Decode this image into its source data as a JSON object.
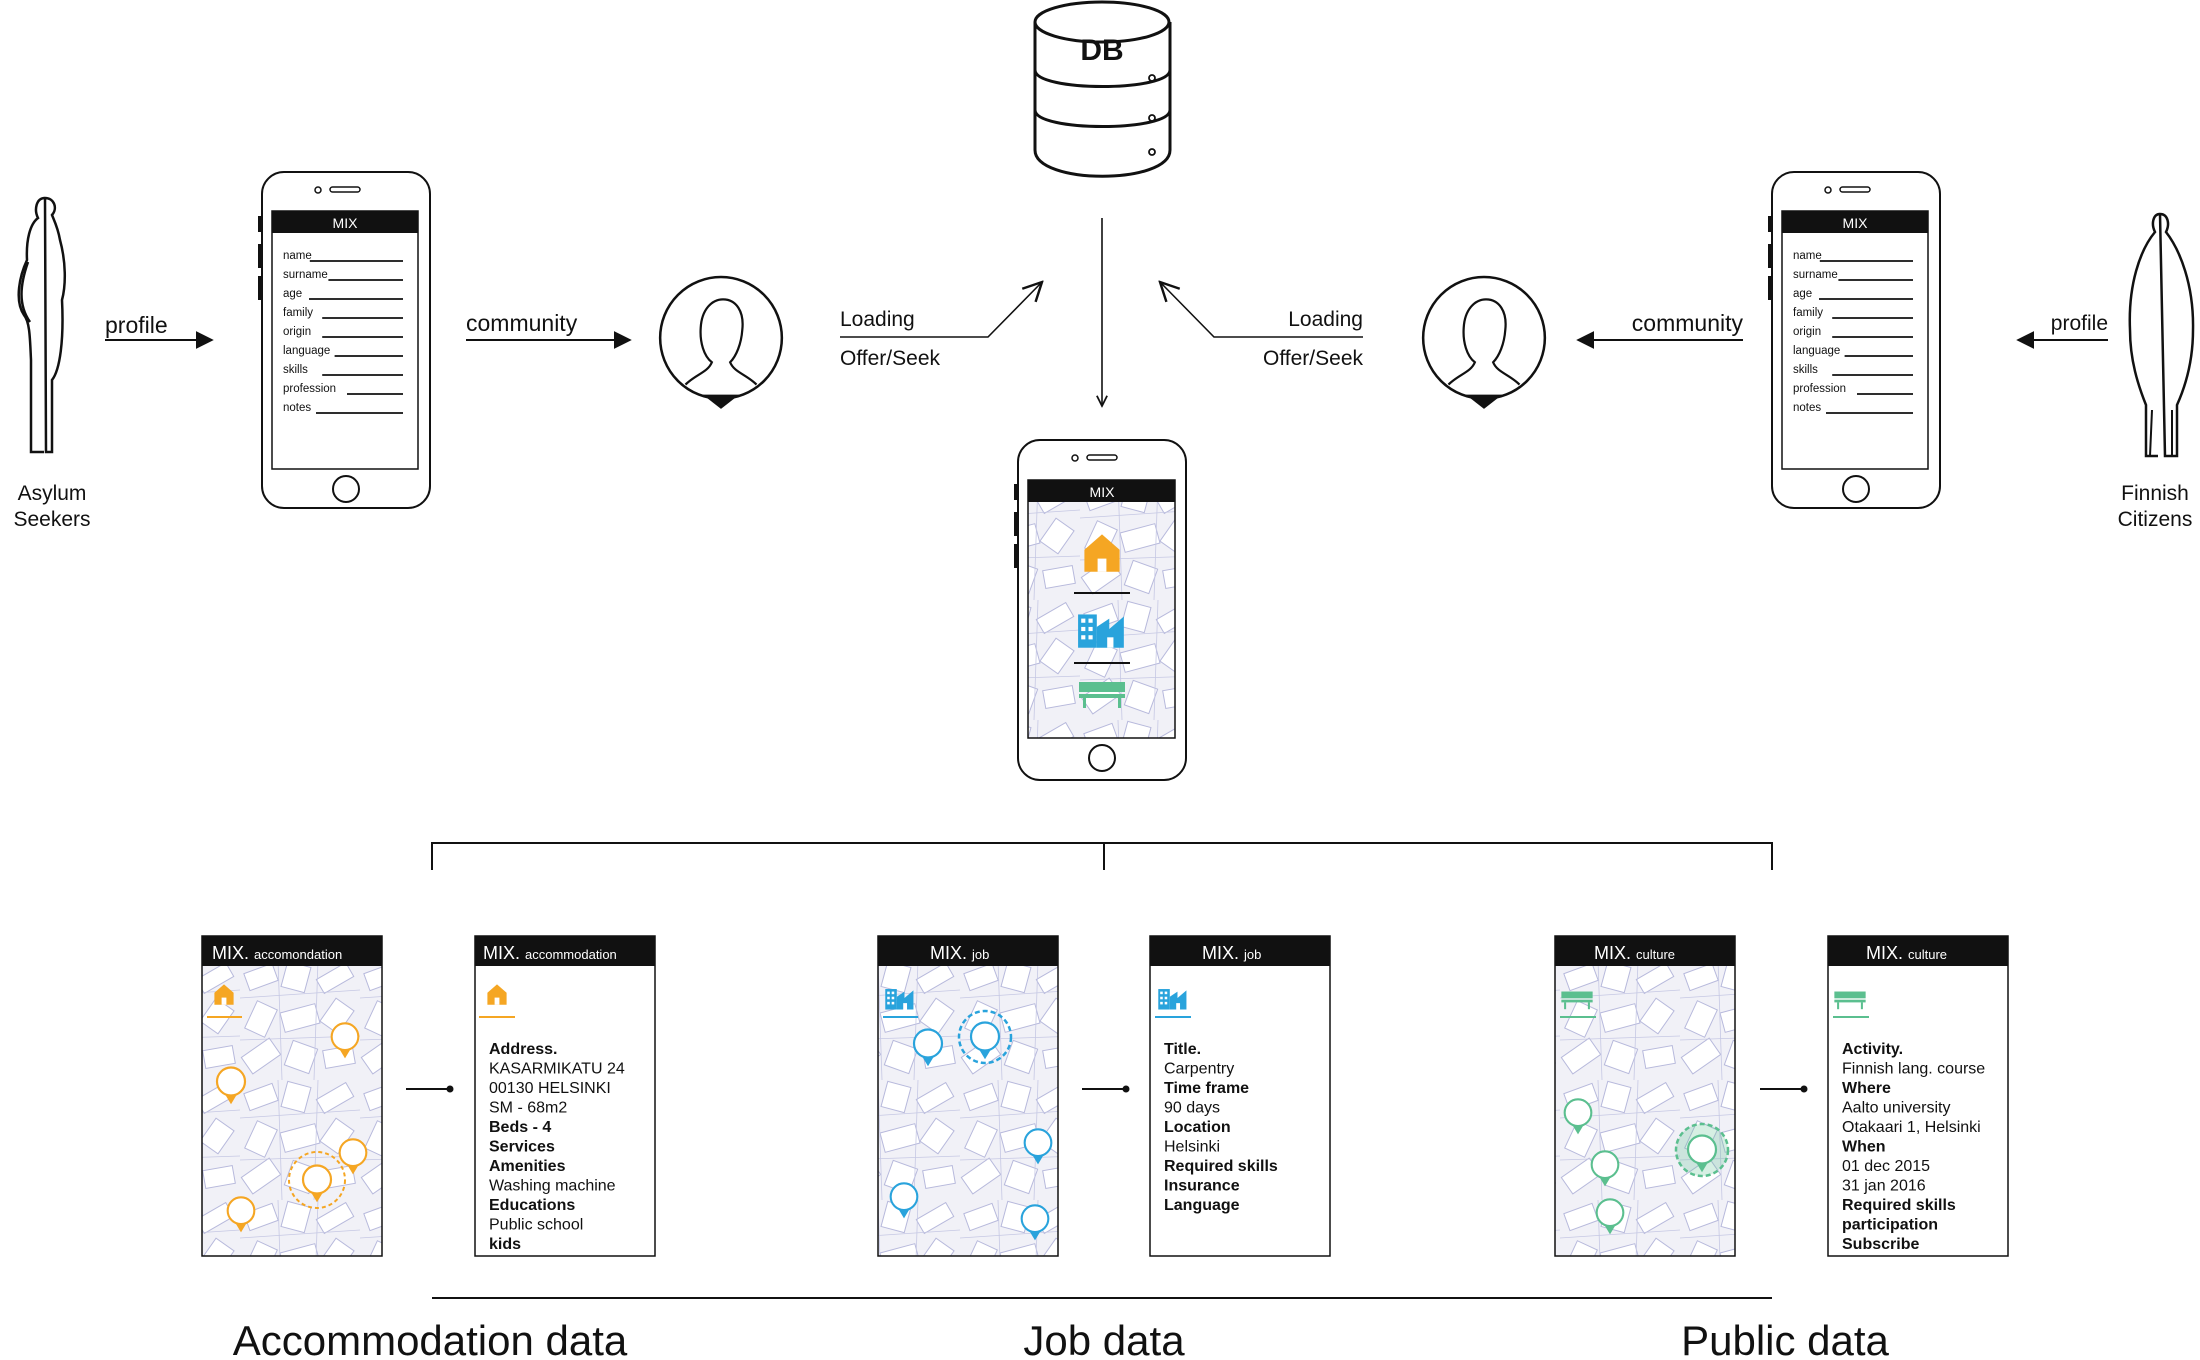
{
  "top": {
    "db_label": "DB",
    "left_actor": {
      "line1": "Asylum",
      "line2": "Seekers"
    },
    "right_actor": {
      "line1": "Finnish",
      "line2": "Citizens"
    },
    "profile_left": "profile",
    "profile_right": "profile",
    "community_left": "community",
    "community_right": "community",
    "loading_left": {
      "line1": "Loading",
      "line2": "Offer/Seek"
    },
    "loading_right": {
      "line1": "Loading",
      "line2": "Offer/Seek"
    },
    "phone_title": "MIX",
    "profile_fields": [
      "name",
      "surname",
      "age",
      "family",
      "origin",
      "language",
      "skills",
      "profession",
      "notes"
    ]
  },
  "colors": {
    "accommodation": "#f5a623",
    "job": "#29a3dc",
    "culture": "#5bbf8f",
    "map_lines": "#b7b9dc"
  },
  "screens": {
    "acc_map": {
      "brand": "MIX.",
      "sub": "accomondation"
    },
    "acc_detail": {
      "brand": "MIX.",
      "sub": "accommodation",
      "lines": [
        {
          "t": "Address.",
          "b": true
        },
        {
          "t": "KASARMIKATU 24",
          "b": false
        },
        {
          "t": "00130 HELSINKI",
          "b": false
        },
        {
          "t": "SM - 68m2",
          "b": false
        },
        {
          "t": "Beds - 4",
          "b": true
        },
        {
          "t": "Services",
          "b": true
        },
        {
          "t": "Amenities",
          "b": true
        },
        {
          "t": "Washing machine",
          "b": false
        },
        {
          "t": "Educations",
          "b": true
        },
        {
          "t": "Public school",
          "b": false
        },
        {
          "t": "kids",
          "b": true
        }
      ]
    },
    "job_map": {
      "brand": "MIX.",
      "sub": "job"
    },
    "job_detail": {
      "brand": "MIX.",
      "sub": "job",
      "lines": [
        {
          "t": "Title.",
          "b": true
        },
        {
          "t": "Carpentry",
          "b": false
        },
        {
          "t": "Time frame",
          "b": true
        },
        {
          "t": "90 days",
          "b": false
        },
        {
          "t": "Location",
          "b": true
        },
        {
          "t": "Helsinki",
          "b": false
        },
        {
          "t": "Required skills",
          "b": true
        },
        {
          "t": "Insurance",
          "b": true
        },
        {
          "t": "Language",
          "b": true
        }
      ]
    },
    "cul_map": {
      "brand": "MIX.",
      "sub": "culture"
    },
    "cul_detail": {
      "brand": "MIX.",
      "sub": "culture",
      "lines": [
        {
          "t": "Activity.",
          "b": true
        },
        {
          "t": "Finnish lang. course",
          "b": false
        },
        {
          "t": "Where",
          "b": true
        },
        {
          "t": "Aalto university",
          "b": false
        },
        {
          "t": "Otakaari 1, Helsinki",
          "b": false
        },
        {
          "t": "When",
          "b": true
        },
        {
          "t": "01 dec 2015",
          "b": false
        },
        {
          "t": "31 jan 2016",
          "b": false
        },
        {
          "t": "Required skills",
          "b": true
        },
        {
          "t": "participation",
          "b": true
        },
        {
          "t": "Subscribe",
          "b": true
        }
      ]
    }
  },
  "bottom_labels": {
    "accommodation": "Accommodation data",
    "job": "Job data",
    "public": "Public data"
  }
}
